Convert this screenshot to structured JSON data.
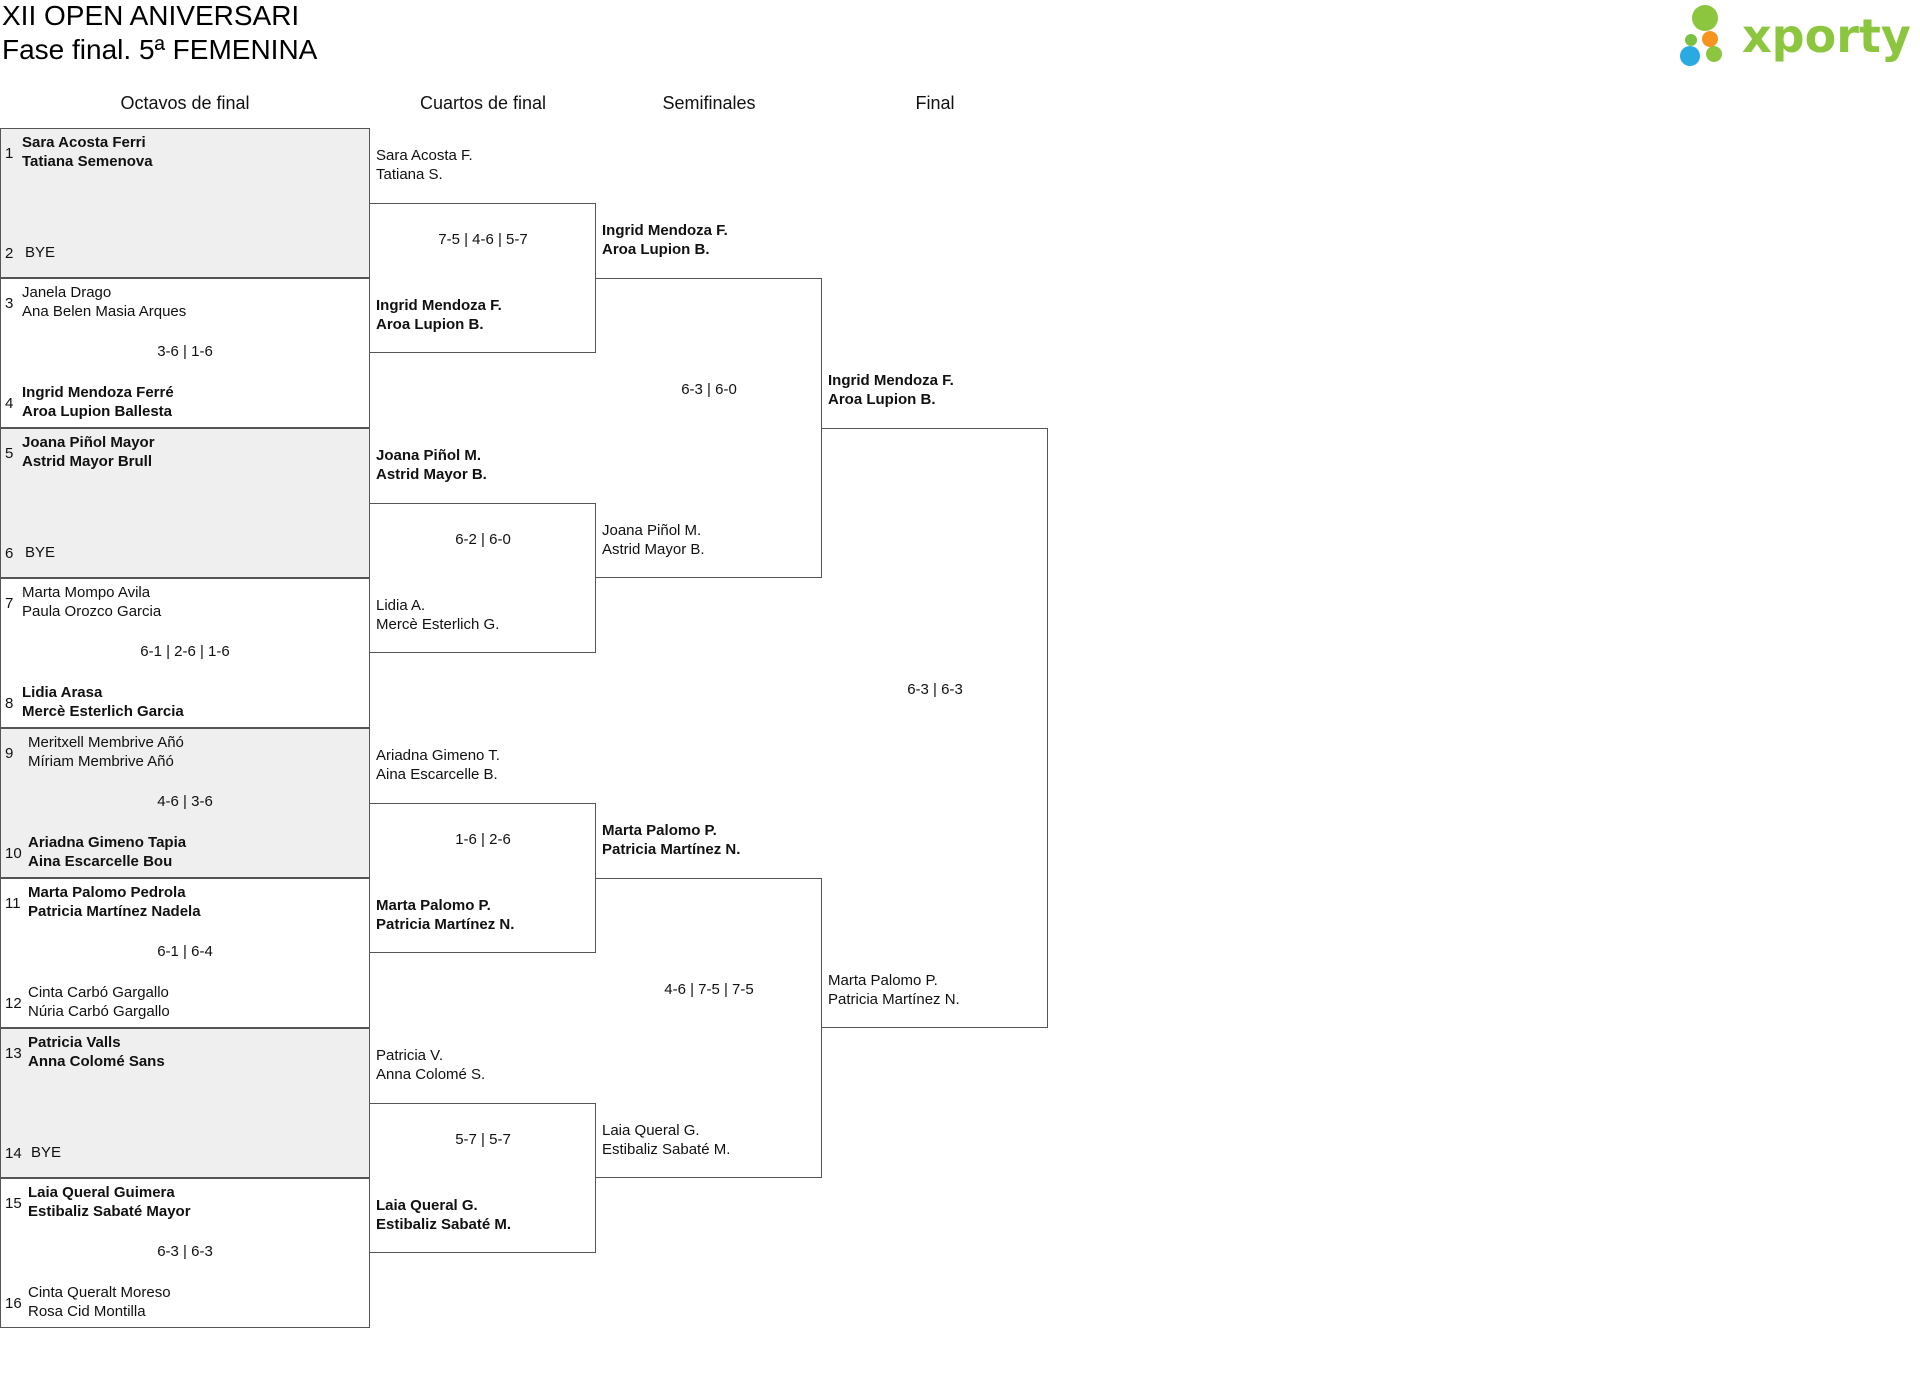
{
  "header": {
    "title_line1": "XII OPEN ANIVERSARI",
    "title_line2": "Fase final. 5ª FEMENINA",
    "logo_text": "xporty",
    "logo_colors": [
      "#8cc63f",
      "#f7941d",
      "#29abe2",
      "#7ac143"
    ]
  },
  "rounds": [
    "Octavos de final",
    "Cuartos de final",
    "Semifinales",
    "Final"
  ],
  "r16": [
    {
      "top": {
        "seed": "1",
        "p1": "Sara Acosta Ferri",
        "p2": "Tatiana Semenova",
        "win": true
      },
      "bot": {
        "seed": "2",
        "p1": "BYE",
        "p2": "",
        "win": false
      },
      "score": "",
      "shade": true
    },
    {
      "top": {
        "seed": "3",
        "p1": "Janela Drago",
        "p2": "Ana Belen Masia Arques",
        "win": false
      },
      "bot": {
        "seed": "4",
        "p1": "Ingrid Mendoza Ferré",
        "p2": "Aroa Lupion Ballesta",
        "win": true
      },
      "score": "3-6 | 1-6",
      "shade": false
    },
    {
      "top": {
        "seed": "5",
        "p1": "Joana Piñol Mayor",
        "p2": "Astrid Mayor Brull",
        "win": true
      },
      "bot": {
        "seed": "6",
        "p1": "BYE",
        "p2": "",
        "win": false
      },
      "score": "",
      "shade": true
    },
    {
      "top": {
        "seed": "7",
        "p1": "Marta Mompo Avila",
        "p2": "Paula Orozco Garcia",
        "win": false
      },
      "bot": {
        "seed": "8",
        "p1": "Lidia Arasa",
        "p2": "Mercè Esterlich Garcia",
        "win": true
      },
      "score": "6-1 | 2-6 | 1-6",
      "shade": false
    },
    {
      "top": {
        "seed": "9",
        "p1": "Meritxell Membrive Añó",
        "p2": "Míriam Membrive Añó",
        "win": false
      },
      "bot": {
        "seed": "10",
        "p1": "Ariadna Gimeno Tapia",
        "p2": "Aina Escarcelle Bou",
        "win": true
      },
      "score": "4-6 | 3-6",
      "shade": true
    },
    {
      "top": {
        "seed": "11",
        "p1": "Marta Palomo Pedrola",
        "p2": "Patricia Martínez Nadela",
        "win": true
      },
      "bot": {
        "seed": "12",
        "p1": "Cinta Carbó Gargallo",
        "p2": "Núria Carbó Gargallo",
        "win": false
      },
      "score": "6-1 | 6-4",
      "shade": false
    },
    {
      "top": {
        "seed": "13",
        "p1": "Patricia Valls",
        "p2": "Anna Colomé Sans",
        "win": true
      },
      "bot": {
        "seed": "14",
        "p1": "BYE",
        "p2": "",
        "win": false
      },
      "score": "",
      "shade": true
    },
    {
      "top": {
        "seed": "15",
        "p1": "Laia Queral Guimera",
        "p2": "Estibaliz Sabaté Mayor",
        "win": true
      },
      "bot": {
        "seed": "16",
        "p1": "Cinta Queralt Moreso",
        "p2": "Rosa Cid Montilla",
        "win": false
      },
      "score": "6-3 | 6-3",
      "shade": false
    }
  ],
  "qf": [
    {
      "top": {
        "p1": "Sara Acosta F.",
        "p2": "Tatiana S.",
        "win": false
      },
      "bot": {
        "p1": "Ingrid Mendoza F.",
        "p2": "Aroa Lupion B.",
        "win": true
      },
      "score": "7-5 | 4-6 | 5-7"
    },
    {
      "top": {
        "p1": "Joana Piñol M.",
        "p2": "Astrid Mayor B.",
        "win": true
      },
      "bot": {
        "p1": "Lidia A.",
        "p2": "Mercè Esterlich G.",
        "win": false
      },
      "score": "6-2 | 6-0"
    },
    {
      "top": {
        "p1": "Ariadna Gimeno T.",
        "p2": "Aina Escarcelle B.",
        "win": false
      },
      "bot": {
        "p1": "Marta Palomo P.",
        "p2": "Patricia Martínez N.",
        "win": true
      },
      "score": "1-6 | 2-6"
    },
    {
      "top": {
        "p1": "Patricia V.",
        "p2": "Anna Colomé S.",
        "win": false
      },
      "bot": {
        "p1": "Laia Queral G.",
        "p2": "Estibaliz Sabaté M.",
        "win": true
      },
      "score": "5-7 | 5-7"
    }
  ],
  "sf": [
    {
      "top": {
        "p1": "Ingrid Mendoza F.",
        "p2": "Aroa Lupion B.",
        "win": true
      },
      "bot": {
        "p1": "Joana Piñol M.",
        "p2": "Astrid Mayor B.",
        "win": false
      },
      "score": "6-3 | 6-0"
    },
    {
      "top": {
        "p1": "Marta Palomo P.",
        "p2": "Patricia Martínez N.",
        "win": true
      },
      "bot": {
        "p1": "Laia Queral G.",
        "p2": "Estibaliz Sabaté M.",
        "win": false
      },
      "score": "4-6 | 7-5 | 7-5"
    }
  ],
  "final": {
    "top": {
      "p1": "Ingrid Mendoza F.",
      "p2": "Aroa Lupion B.",
      "win": true
    },
    "bot": {
      "p1": "Marta Palomo P.",
      "p2": "Patricia Martínez N.",
      "win": false
    },
    "score": "6-3 | 6-3"
  }
}
